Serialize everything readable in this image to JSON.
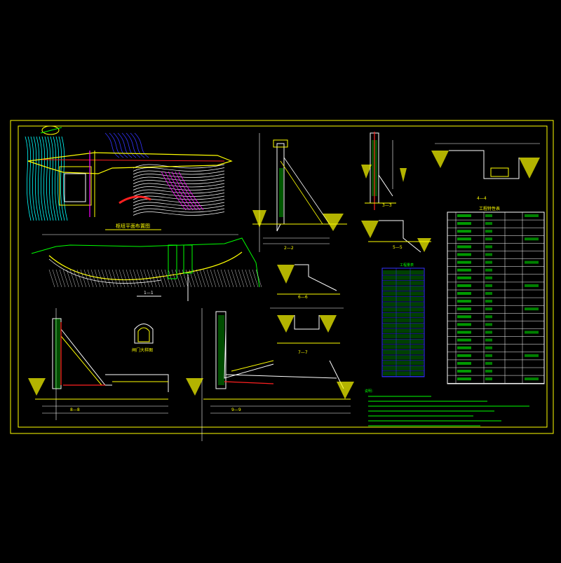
{
  "drawing": {
    "frame_color": "#ffff00",
    "background": "#000000",
    "colors": {
      "yellow": "#ffff00",
      "white": "#ffffff",
      "green": "#00ff00",
      "cyan": "#00ffff",
      "magenta": "#ff00ff",
      "blue": "#3333ff",
      "red": "#ff2020"
    },
    "views": {
      "plan_title": "枢纽平面布置图",
      "section_1_title": "1—1",
      "section_2_title": "2—2",
      "section_3_title": "3—3",
      "section_4_title": "4—4",
      "section_5_title": "5—5",
      "section_6_title": "6—6",
      "section_7_title": "7—7",
      "section_8_title": "8—8",
      "section_9_title": "9—9",
      "section_10_title": "10—10",
      "tunnel_title": "闸门大样图",
      "table_main_title": "工程特性表",
      "table_side_title": "工程量表"
    },
    "main_table": {
      "headers": [
        "项目",
        "单位",
        "数量",
        "备注"
      ],
      "rows": 22
    },
    "side_table": {
      "rows": 20
    },
    "notes_title": "说明："
  }
}
